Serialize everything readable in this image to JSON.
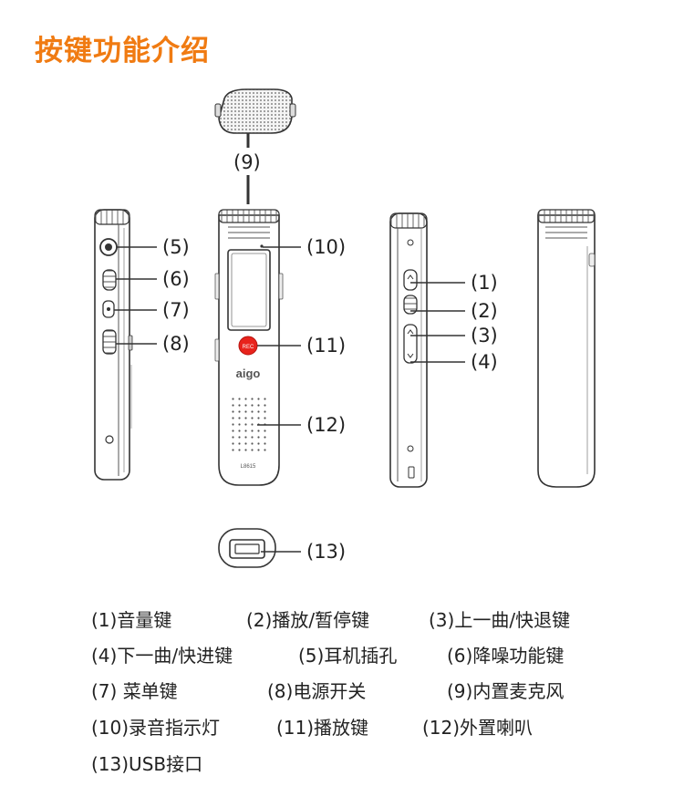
{
  "title": "按键功能介绍",
  "callouts": {
    "c1": "(1)",
    "c2": "(2)",
    "c3": "(3)",
    "c4": "(4)",
    "c5": "(5)",
    "c6": "(6)",
    "c7": "(7)",
    "c8": "(8)",
    "c9": "(9)",
    "c10": "(10)",
    "c11": "(11)",
    "c12": "(12)",
    "c13": "(13)"
  },
  "device": {
    "brand": "aigo",
    "model": "L8615",
    "rec_button": "REC"
  },
  "legend": [
    "(1)音量键",
    "(2)播放/暂停键",
    "(3)上一曲/快退键",
    "(4)下一曲/快进键",
    "(5)耳机插孔",
    "(6)降噪功能键",
    "(7) 菜单键",
    "(8)电源开关",
    "(9)内置麦克风",
    "(10)录音指示灯",
    "(11)播放键",
    "(12)外置喇叭",
    "(13)USB接口"
  ],
  "colors": {
    "title": "#f07b12",
    "rec_button": "#e8231c",
    "line": "#333333"
  }
}
